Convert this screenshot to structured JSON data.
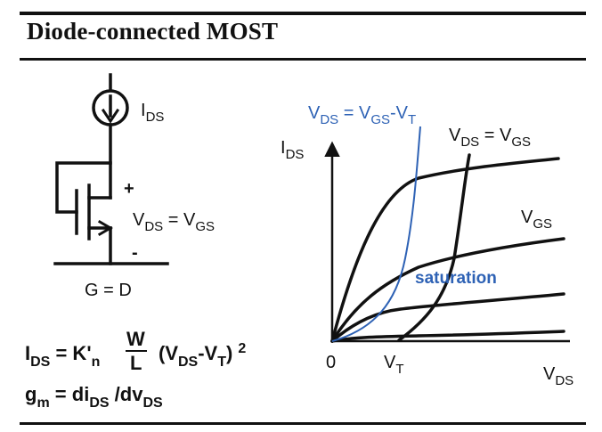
{
  "title": "Diode-connected MOST",
  "circuit": {
    "current_label": {
      "main": "I",
      "sub": "DS"
    },
    "plus_sign": "+",
    "minus_sign": "-",
    "vds_eq": {
      "a": "V",
      "a_sub": "DS",
      "mid": " = V",
      "b_sub": "GS"
    },
    "gate_drain": "G = D"
  },
  "graph": {
    "y_axis_label": {
      "main": "I",
      "sub": "DS"
    },
    "x_axis_label": {
      "main": "V",
      "sub": "DS"
    },
    "origin_label": "0",
    "vt_label": {
      "main": "V",
      "sub": "T"
    },
    "vgs_label": {
      "main": "V",
      "sub": "GS"
    },
    "boundary_label": {
      "a": "V",
      "a_sub": "DS",
      "mid": " = V",
      "b_sub": "GS",
      "end": "-V",
      "end_sub": "T"
    },
    "diode_label": {
      "a": "V",
      "a_sub": "DS",
      "mid": " = V",
      "b_sub": "GS"
    },
    "saturation_label": "saturation",
    "colors": {
      "curves": "#111111",
      "boundary": "#2e62b5",
      "saturation_text": "#2e62b5"
    }
  },
  "equations": {
    "ids": {
      "lhs": "I",
      "lhs_sub": "DS",
      "eq": " = K'",
      "k_sub": "n",
      "frac_num": "W",
      "frac_den": "L",
      "paren_open": "(V",
      "p_sub1": "DS",
      "minus": "-V",
      "p_sub2": "T",
      "paren_close": ")",
      "power": "2"
    },
    "gm": {
      "lhs": "g",
      "lhs_sub": "m",
      "eq": " = di",
      "d1_sub": "DS",
      "slash": " /dv",
      "d2_sub": "DS"
    }
  }
}
